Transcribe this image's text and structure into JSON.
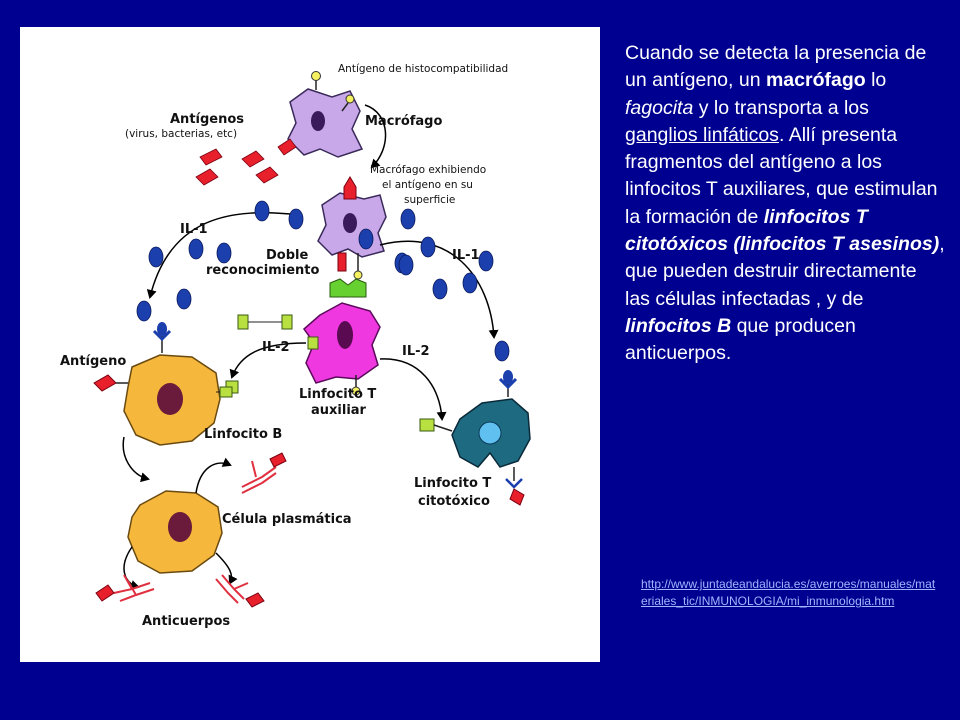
{
  "figure": {
    "labels": {
      "antigen_histo": "Antígeno de histocompatibilidad",
      "antigens": "Antígenos",
      "antigens_sub": "(virus, bacterias, etc)",
      "macrophage": "Macrófago",
      "macrophage_exhibit_1": "Macrófago exhibiendo",
      "macrophage_exhibit_2": "el antígeno en su",
      "macrophage_exhibit_3": "superficie",
      "il1_left": "IL-1",
      "il1_right": "IL-1",
      "double_recog_1": "Doble",
      "double_recog_2": "reconocimiento",
      "il2_left": "IL-2",
      "il2_right": "IL-2",
      "antigen": "Antígeno",
      "lymph_b": "Linfocito B",
      "lymph_t_helper_1": "Linfocito T",
      "lymph_t_helper_2": "auxiliar",
      "lymph_t_cyto_1": "Linfocito T",
      "lymph_t_cyto_2": "citotóxico",
      "plasma_cell": "Célula plasmática",
      "antibodies": "Anticuerpos"
    },
    "colors": {
      "b_cell": "#f5b83c",
      "helper": "#f038e0",
      "cyto": "#1e6a80",
      "macrophage": "#c8a8e8",
      "dots": "#1c3fae",
      "antigen": "#e8202c",
      "receptor_green": "#b8e040"
    }
  },
  "text": {
    "s1": "Cuando se detecta la presencia de un antígeno, un ",
    "s2": "macrófago",
    "s3": " lo ",
    "s4": "fagocita",
    "s5": " y lo transporta a los ",
    "s6": "ganglios linfáticos",
    "s7": ". Allí presenta fragmentos del antígeno a los linfocitos T auxiliares, que estimulan la formación de ",
    "s8": "linfocitos T citotóxicos (linfocitos T asesinos)",
    "s9": ", que pueden destruir directamente las células infectadas , y de ",
    "s10": "linfocitos B",
    "s11": " que producen anticuerpos."
  },
  "source_url": "http://www.juntadeandalucia.es/averroes/manuales/materiales_tic/INMUNOLOGIA/mi_inmunologia.htm"
}
